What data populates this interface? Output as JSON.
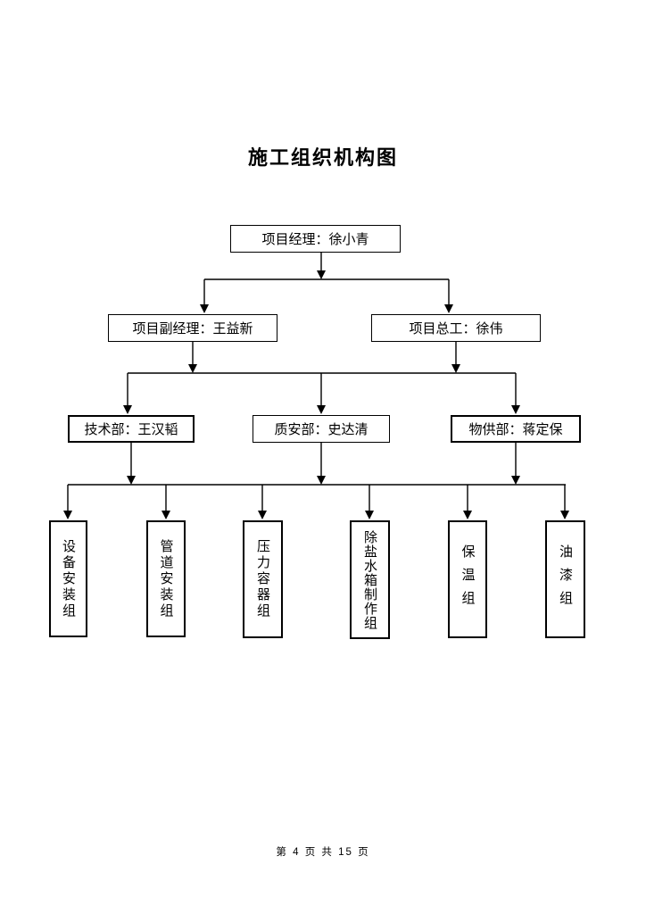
{
  "page": {
    "title": "施工组织机构图",
    "footer": "第 4 页 共 15 页"
  },
  "org_chart": {
    "type": "organization-chart",
    "root": {
      "label": "项目经理：徐小青"
    },
    "level2": [
      {
        "label": "项目副经理：王益新"
      },
      {
        "label": "项目总工：徐伟"
      }
    ],
    "level3": [
      {
        "label": "技术部：王汉韬"
      },
      {
        "label": "质安部：史达清"
      },
      {
        "label": "物供部：蒋定保"
      }
    ],
    "teams": [
      {
        "label": "设备安装组"
      },
      {
        "label": "管道安装组"
      },
      {
        "label": "压力容器组"
      },
      {
        "label": "除盐水箱制作组"
      },
      {
        "label": "保温组"
      },
      {
        "label": "油漆组"
      }
    ],
    "line_color": "#000000",
    "box_background": "#ffffff"
  }
}
